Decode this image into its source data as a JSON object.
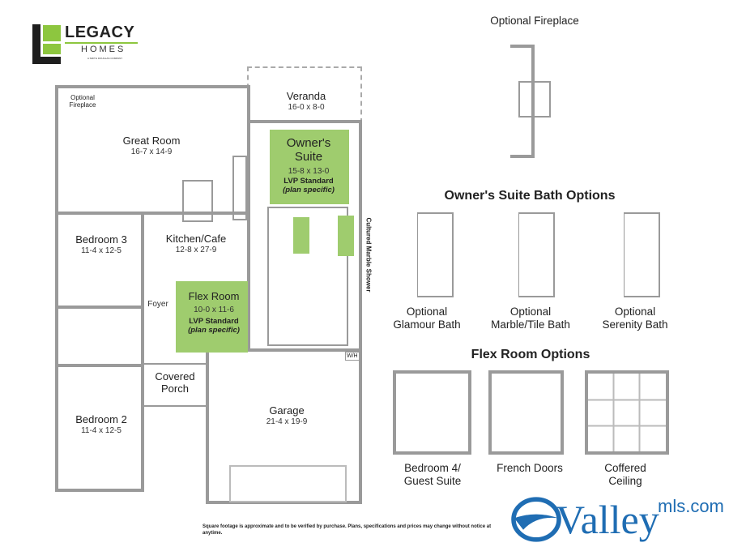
{
  "logo": {
    "brand": "LEGACY",
    "sub": "HOMES",
    "tagline": "A SMITH DOUGLAS COMPANY",
    "accent": "#8dc63f"
  },
  "plan": {
    "optional_fireplace_note": [
      "Optional",
      "Fireplace"
    ],
    "rooms": {
      "great_room": {
        "name": "Great Room",
        "dim": "16-7 x 14-9"
      },
      "kitchen": {
        "name": "Kitchen/Cafe",
        "dim": "12-8 x 27-9"
      },
      "bedroom3": {
        "name": "Bedroom 3",
        "dim": "11-4 x 12-5"
      },
      "foyer": {
        "name": "Foyer"
      },
      "flex": {
        "name": "Flex Room",
        "dim": "10-0 x 11-6",
        "note1": "LVP Standard",
        "note2": "(plan specific)"
      },
      "porch": {
        "name1": "Covered",
        "name2": "Porch"
      },
      "bedroom2": {
        "name": "Bedroom 2",
        "dim": "11-4 x 12-5"
      },
      "garage": {
        "name": "Garage",
        "dim": "21-4 x 19-9"
      },
      "veranda": {
        "name": "Veranda",
        "dim": "16-0 x 8-0"
      },
      "owners": {
        "name1": "Owner's",
        "name2": "Suite",
        "dim": "15-8 x 13-0",
        "note1": "LVP Standard",
        "note2": "(plan specific)"
      }
    },
    "shower_label": "Cultured Marble Shower",
    "wh_label": "W/H"
  },
  "options": {
    "fireplace_title": "Optional Fireplace",
    "bath_title": "Owner's Suite Bath Options",
    "bath": [
      {
        "l1": "Optional",
        "l2": "Glamour Bath"
      },
      {
        "l1": "Optional",
        "l2": "Marble/Tile Bath"
      },
      {
        "l1": "Optional",
        "l2": "Serenity Bath"
      }
    ],
    "flex_title": "Flex Room Options",
    "flex": [
      {
        "l1": "Bedroom 4/",
        "l2": "Guest Suite"
      },
      {
        "l1": "French Doors",
        "l2": ""
      },
      {
        "l1": "Coffered",
        "l2": "Ceiling"
      }
    ]
  },
  "disclaimer": "Square footage is approximate and to be verified by purchase. Plans, specifications and prices may change without notice at anytime.",
  "watermark": {
    "text": "Valley",
    "suffix": "mls.com",
    "color": "#1f6db3"
  }
}
